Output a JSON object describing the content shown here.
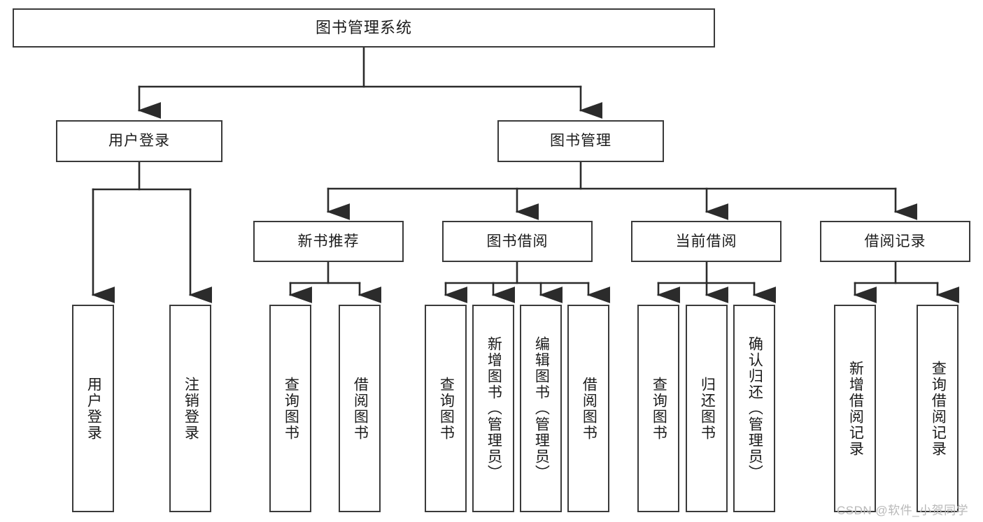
{
  "diagram": {
    "title": "图书管理系统",
    "type": "tree-hierarchy-diagram",
    "root": {
      "id": "root",
      "label": "图书管理系统"
    },
    "level2": [
      {
        "id": "user-login",
        "label": "用户登录"
      },
      {
        "id": "book-management",
        "label": "图书管理"
      }
    ],
    "level3": [
      {
        "id": "new-book-recommend",
        "label": "新书推荐",
        "parent": "book-management"
      },
      {
        "id": "book-borrow",
        "label": "图书借阅",
        "parent": "book-management"
      },
      {
        "id": "current-borrow",
        "label": "当前借阅",
        "parent": "book-management"
      },
      {
        "id": "borrow-record",
        "label": "借阅记录",
        "parent": "book-management"
      }
    ],
    "leaves": [
      {
        "id": "leaf-user-login",
        "label": "用户登录",
        "parent": "user-login"
      },
      {
        "id": "leaf-logout-login",
        "label": "注销登录",
        "parent": "user-login"
      },
      {
        "id": "leaf-query-book-1",
        "label": "查询图书",
        "parent": "new-book-recommend"
      },
      {
        "id": "leaf-borrow-book-1",
        "label": "借阅图书",
        "parent": "new-book-recommend"
      },
      {
        "id": "leaf-query-book-2",
        "label": "查询图书",
        "parent": "book-borrow"
      },
      {
        "id": "leaf-add-book",
        "label": "新增图书（管理员）",
        "parent": "book-borrow"
      },
      {
        "id": "leaf-edit-book",
        "label": "编辑图书（管理员）",
        "parent": "book-borrow"
      },
      {
        "id": "leaf-borrow-book-2",
        "label": "借阅图书",
        "parent": "book-borrow"
      },
      {
        "id": "leaf-query-book-3",
        "label": "查询图书",
        "parent": "current-borrow"
      },
      {
        "id": "leaf-return-book",
        "label": "归还图书",
        "parent": "current-borrow"
      },
      {
        "id": "leaf-confirm-return",
        "label": "确认归还（管理员）",
        "parent": "current-borrow"
      },
      {
        "id": "leaf-add-record",
        "label": "新增借阅记录",
        "parent": "borrow-record"
      },
      {
        "id": "leaf-query-record",
        "label": "查询借阅记录",
        "parent": "borrow-record"
      }
    ]
  },
  "watermark": {
    "text": "CSDN @软件_小贺同学"
  },
  "colors": {
    "box_border": "#3a3a3a",
    "box_fill": "#ffffff",
    "edge": "#2b2b2b",
    "text": "#1b1b1b",
    "watermark": "#b9b9b9",
    "background": "#ffffff"
  }
}
